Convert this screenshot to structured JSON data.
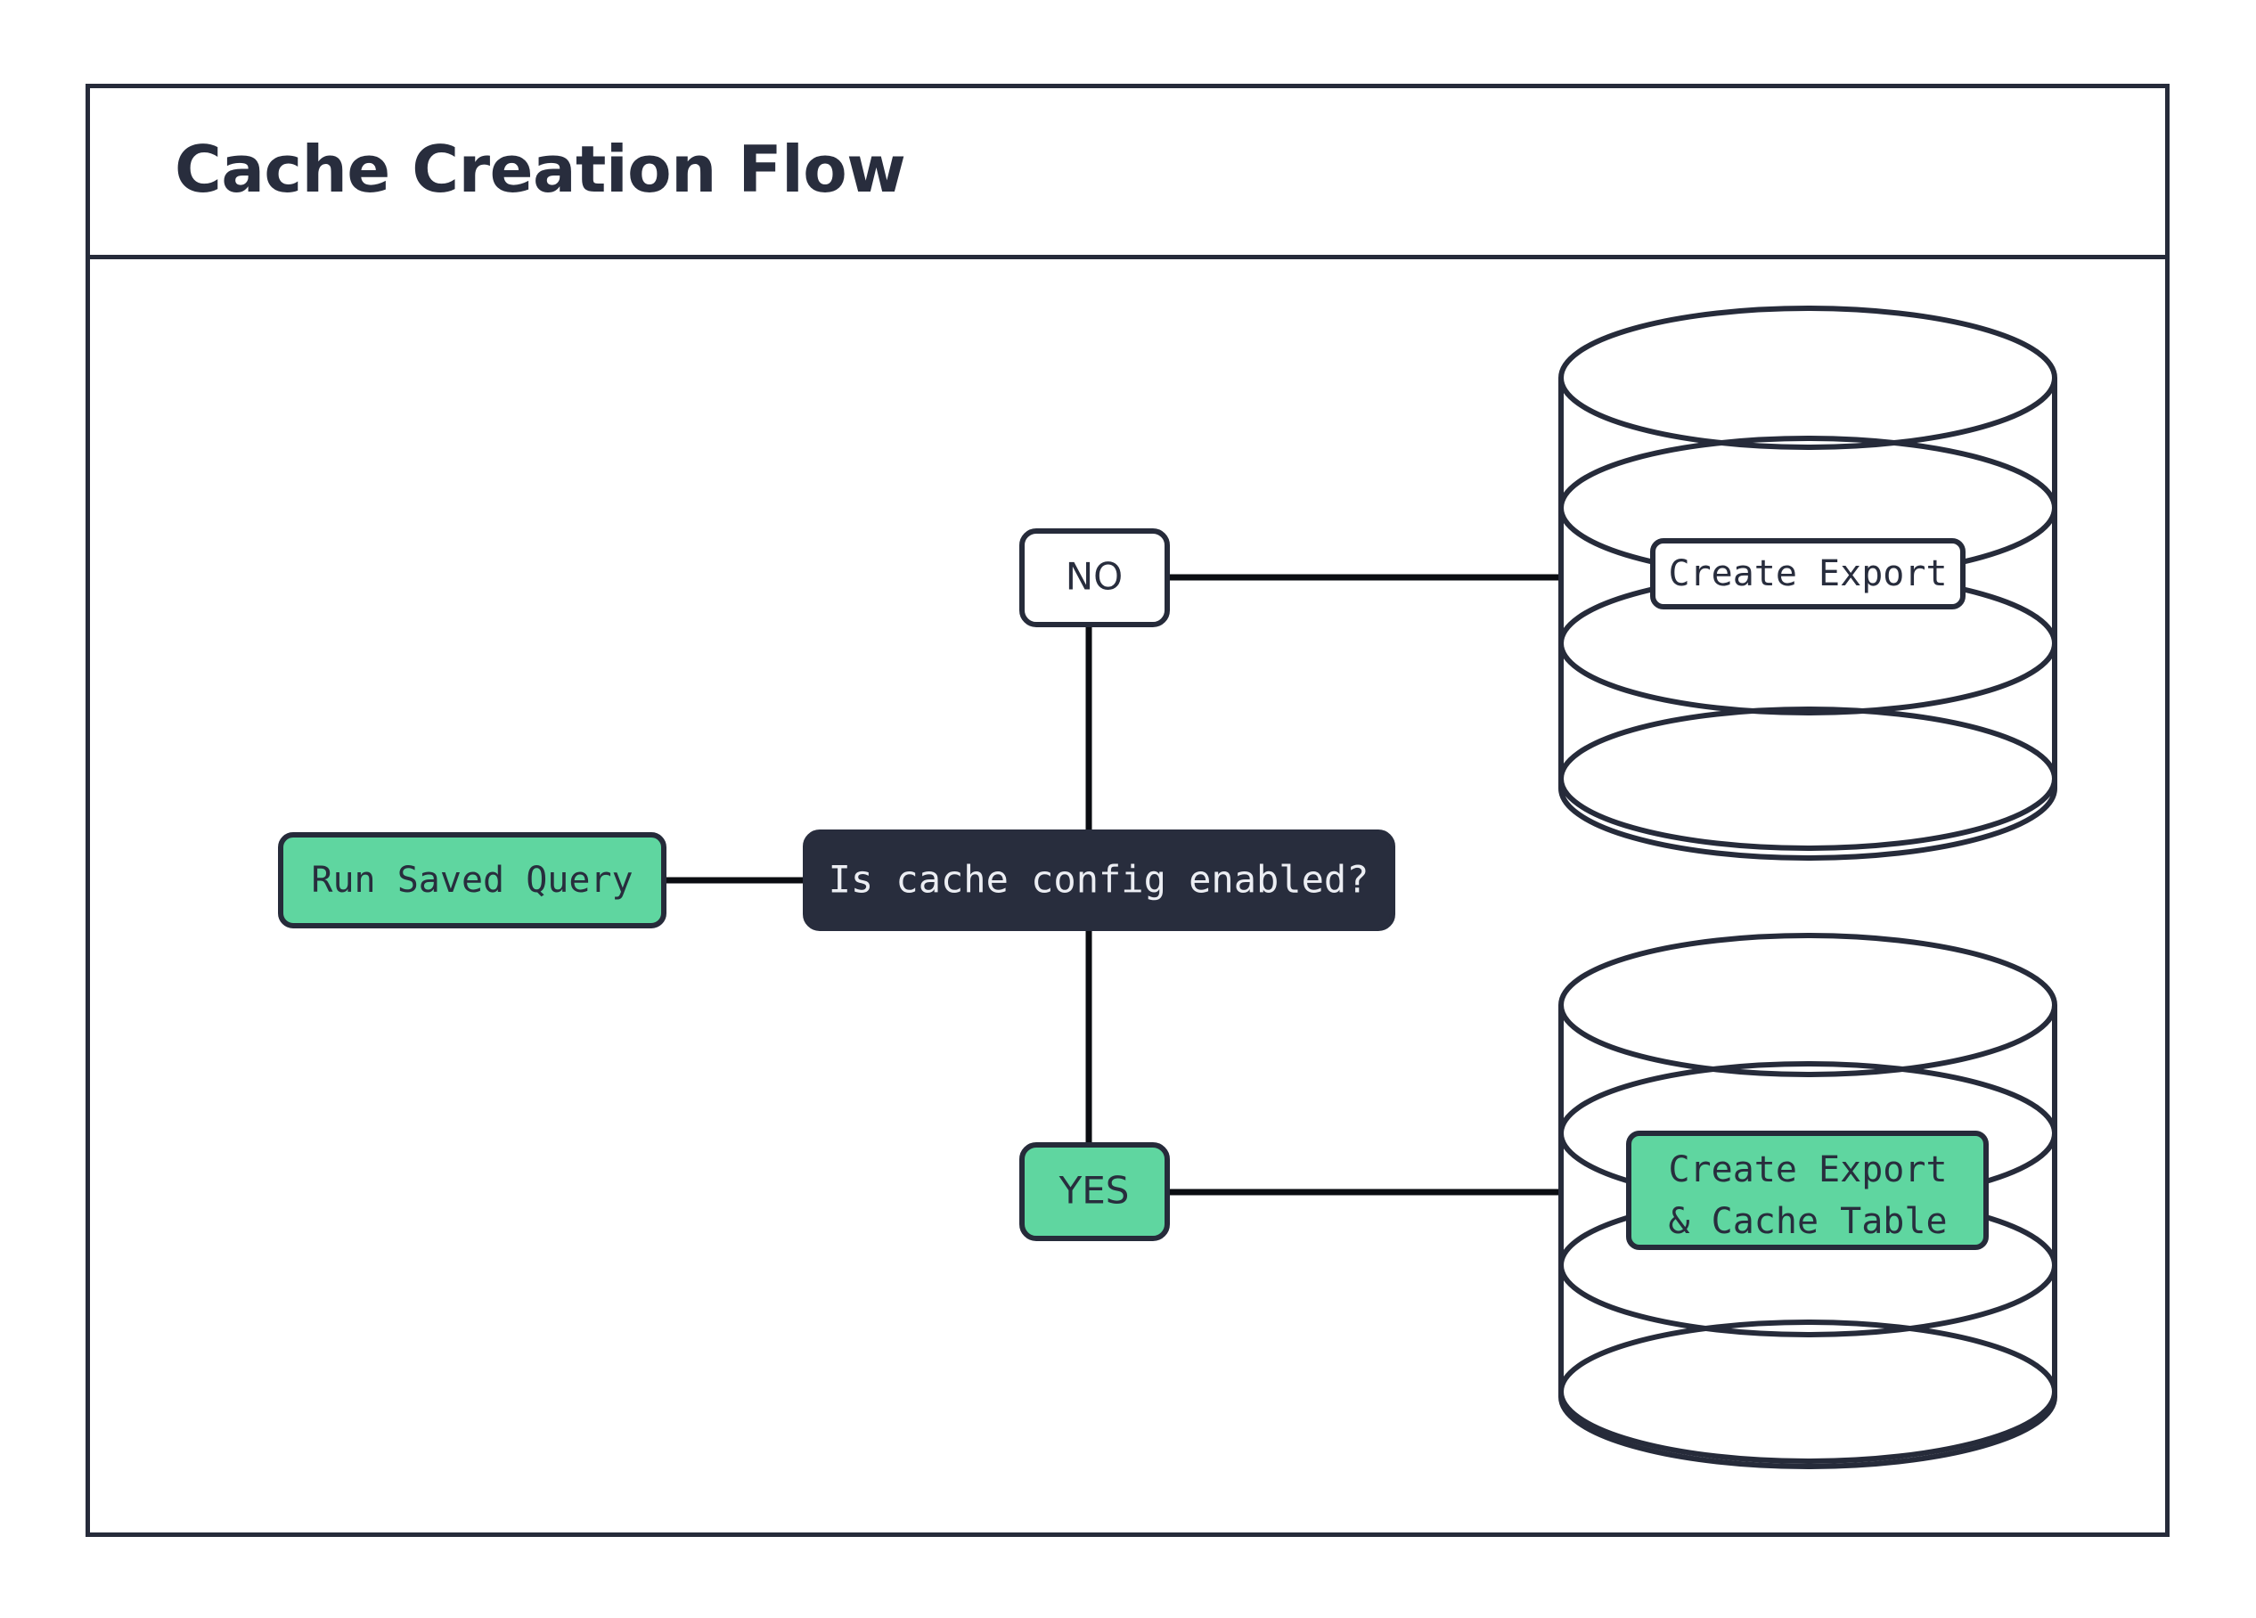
{
  "diagram": {
    "title": "Cache Creation Flow",
    "nodes": {
      "start": {
        "label": "Run Saved Query",
        "fill": "#5fd6a0"
      },
      "decision": {
        "label": "Is cache config enabled?",
        "fill": "#282d3d"
      },
      "branch_no": {
        "label": "NO",
        "fill": "#ffffff"
      },
      "branch_yes": {
        "label": "YES",
        "fill": "#5fd6a0"
      },
      "store_top": {
        "label": "Create Export",
        "fill": "#ffffff"
      },
      "store_bottom": {
        "label_line1": "Create Export",
        "label_line2": "& Cache Table",
        "fill": "#5fd6a0"
      }
    },
    "colors": {
      "ink": "#282d3d",
      "edge": "#0b0d12",
      "accent_green": "#5fd6a0",
      "surface": "#ffffff"
    }
  }
}
